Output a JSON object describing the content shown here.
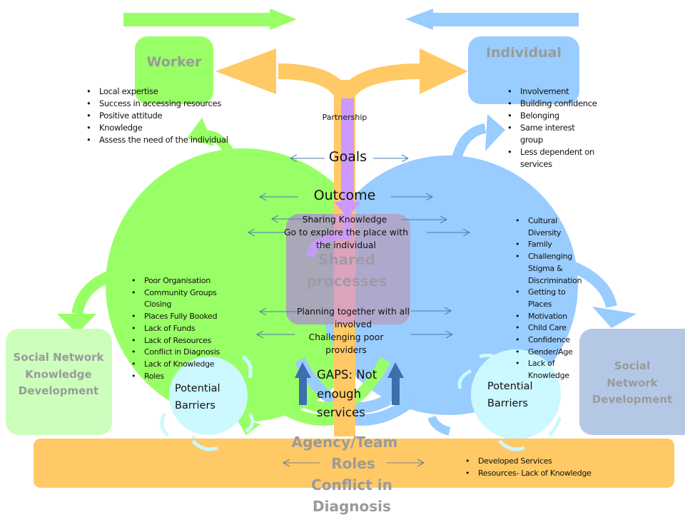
{
  "diagram": {
    "colors": {
      "worker_green": "#99ff66",
      "worker_light_green": "#ccffbb",
      "individual_blue": "#99ccff",
      "social_blue_gray": "#b4c8e6",
      "partnership_orange": "#ffc966",
      "partnership_purple": "#cc99ff",
      "barrier_cyan": "#ccf8ff",
      "shared_gray": "#a6a6b8",
      "gap_arrow_blue": "#3d6fae",
      "label_gray": "#9a9a9a"
    },
    "worker": {
      "title": "Worker",
      "items": [
        "Local expertise",
        "Success in accessing resources",
        "Positive attitude",
        "Knowledge",
        "Assess the need of the individual"
      ]
    },
    "individual": {
      "title": "Individual",
      "items": [
        "Involvement",
        "Building confidence",
        "Belonging",
        "Same interest group",
        "Less dependent on services"
      ]
    },
    "center": {
      "partnership": "Partnership",
      "goals": "Goals",
      "outcome": "Outcome",
      "sharing_knowledge": "Sharing Knowledge",
      "explore_place": "Go to explore the place with the individual",
      "shared_processes": "Shared processes",
      "planning": "Planning together with all involved",
      "challenging": "Challenging poor providers",
      "gaps": "GAPS: Not enough services"
    },
    "worker_barriers": {
      "items": [
        "Poor Organisation",
        "Community Groups Closing",
        "Places Fully Booked",
        "Lack of Funds",
        "Lack of Resources",
        "Conflict in Diagnosis",
        "Lack of Knowledge",
        "Roles"
      ],
      "label": "Potential Barriers"
    },
    "individual_barriers": {
      "items": [
        "Cultural Diversity",
        "Family",
        "Challenging Stigma & Discrimination",
        "Getting to Places",
        "Motivation",
        "Child Care",
        "Confidence",
        "Gender/Age",
        "Lack of Knowledge"
      ],
      "label": "Potential Barriers"
    },
    "social_left": {
      "title": "Social Network Knowledge Development"
    },
    "social_right": {
      "title": "Social Network Development"
    },
    "agency": {
      "title_line1": "Agency/Team",
      "title_line2": "Roles",
      "title_line3": "Conflict in Diagnosis",
      "items": [
        "Developed Services",
        "Resources- Lack of Knowledge"
      ]
    }
  }
}
